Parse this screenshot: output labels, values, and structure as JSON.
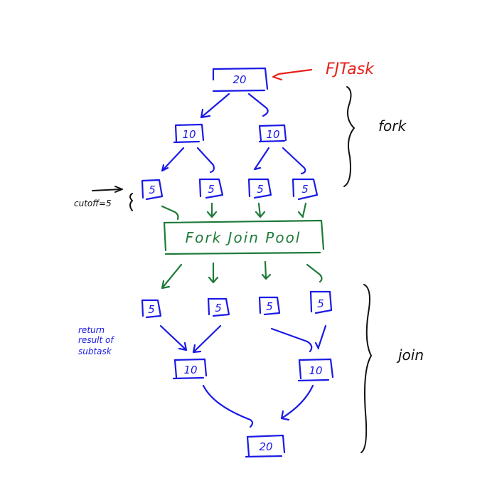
{
  "labels": {
    "fjtask": "FJTask",
    "fork": "fork",
    "join": "join",
    "cutoff": "cutoff=5",
    "pool": "Fork Join Pool",
    "return_note": [
      "return",
      "result of",
      "subtask"
    ]
  },
  "fork_tree": {
    "root": "20",
    "level1": [
      "10",
      "10"
    ],
    "leaves": [
      "5",
      "5",
      "5",
      "5"
    ]
  },
  "join_tree": {
    "leaves": [
      "5",
      "5",
      "5",
      "5"
    ],
    "level1": [
      "10",
      "10"
    ],
    "root": "20"
  },
  "colors": {
    "tasks": "#1a1ae6",
    "pool": "#1f7a3a",
    "annotation": "#e8201a",
    "notes": "#111111"
  }
}
